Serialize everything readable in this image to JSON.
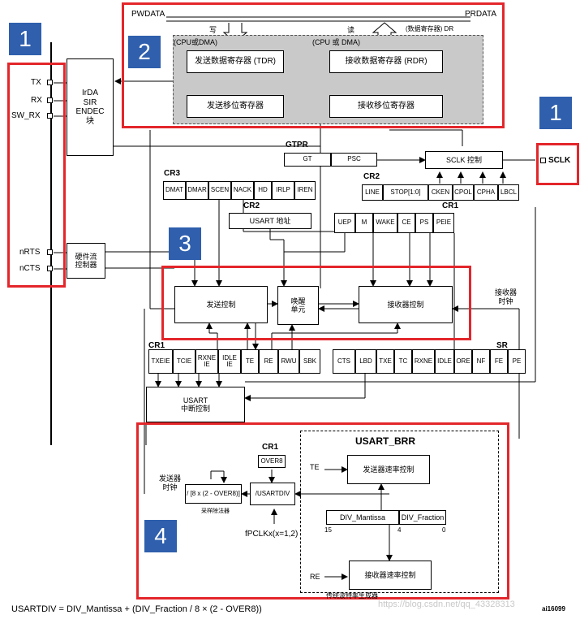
{
  "markers": {
    "n1_left": "1",
    "n2": "2",
    "n3": "3",
    "n1_right": "1",
    "n4": "4"
  },
  "bus": {
    "pwdata": "PWDATA",
    "prdata": "PRDATA",
    "write": "写",
    "read": "读",
    "data_reg": "(数据寄存器) DR"
  },
  "cpu_dma_left": "(CPU或DMA)",
  "cpu_dma_right": "(CPU 或 DMA)",
  "tdr": "发送数据寄存器 (TDR)",
  "rdr": "接收数据寄存器 (RDR)",
  "tx_shift": "发送移位寄存器",
  "rx_shift": "接收移位寄存器",
  "pins": {
    "tx": "TX",
    "rx": "RX",
    "sw_rx": "SW_RX",
    "nrts": "nRTS",
    "ncts": "nCTS",
    "sclk": "SCLK"
  },
  "irda": "IrDA\nSIR\nENDEC\n块",
  "hwflow": "硬件流\n控制器",
  "gtpr": {
    "title": "GTPR",
    "gt": "GT",
    "psc": "PSC"
  },
  "sclk_ctrl": "SCLK 控制",
  "cr3": {
    "title": "CR3",
    "cells": [
      "DMAT",
      "DMAR",
      "SCEN",
      "NACK",
      "HD",
      "IRLP",
      "IREN"
    ]
  },
  "cr2_right": {
    "title": "CR2",
    "cells": [
      "LINE",
      "STOP[1:0]",
      "CKEN",
      "CPOL",
      "CPHA",
      "LBCL"
    ]
  },
  "cr2_addr": {
    "title": "CR2",
    "box": "USART 地址"
  },
  "cr1_top": {
    "title": "CR1",
    "cells": [
      "UEP",
      "M",
      "WAKE",
      "CE",
      "PS",
      "PEIE"
    ]
  },
  "tx_ctrl": "发送控制",
  "wakeup": "唤醒\n单元",
  "rx_ctrl": "接收器控制",
  "rx_clock": "接收器\n时钟",
  "cr1_bottom": {
    "title": "CR1",
    "cells": [
      "TXEIE",
      "TCIE",
      "RXNE\nIE",
      "IDLE\nIE",
      "TE",
      "RE",
      "RWU",
      "SBK"
    ]
  },
  "sr": {
    "title": "SR",
    "cells": [
      "CTS",
      "LBD",
      "TXE",
      "TC",
      "RXNE",
      "IDLE",
      "ORE",
      "NF",
      "FE",
      "PE"
    ]
  },
  "irq_ctrl": "USART\n中断控制",
  "brr": {
    "title": "USART_BRR",
    "te": "TE",
    "re": "RE",
    "tx_rate": "发送器速率控制",
    "rx_rate": "接收器速率控制",
    "mantissa": "DIV_Mantissa",
    "fraction": "DIV_Fraction",
    "bit15": "15",
    "bit4": "4",
    "bit0": "0",
    "gen_label": "传统波特率生成器"
  },
  "cr1_over": {
    "title": "CR1",
    "box": "OVER8"
  },
  "tx_clock": "发送器\n时钟",
  "div_sample": "/ [8 x (2 - OVER8)]",
  "sample_divider": "采样除法器",
  "div_usartdiv": "/USARTDIV",
  "fpclk": "fPCLKx(x=1,2)",
  "formula": "USARTDIV = DIV_Mantissa + (DIV_Fraction / 8 × (2 - OVER8))",
  "figure_id": "ai16099",
  "watermark": "https://blog.csdn.net/qq_43328313",
  "colors": {
    "marker_blue": "#2f5fad",
    "highlight_red": "#e3262b",
    "shade_gray": "#c9c9c9"
  }
}
